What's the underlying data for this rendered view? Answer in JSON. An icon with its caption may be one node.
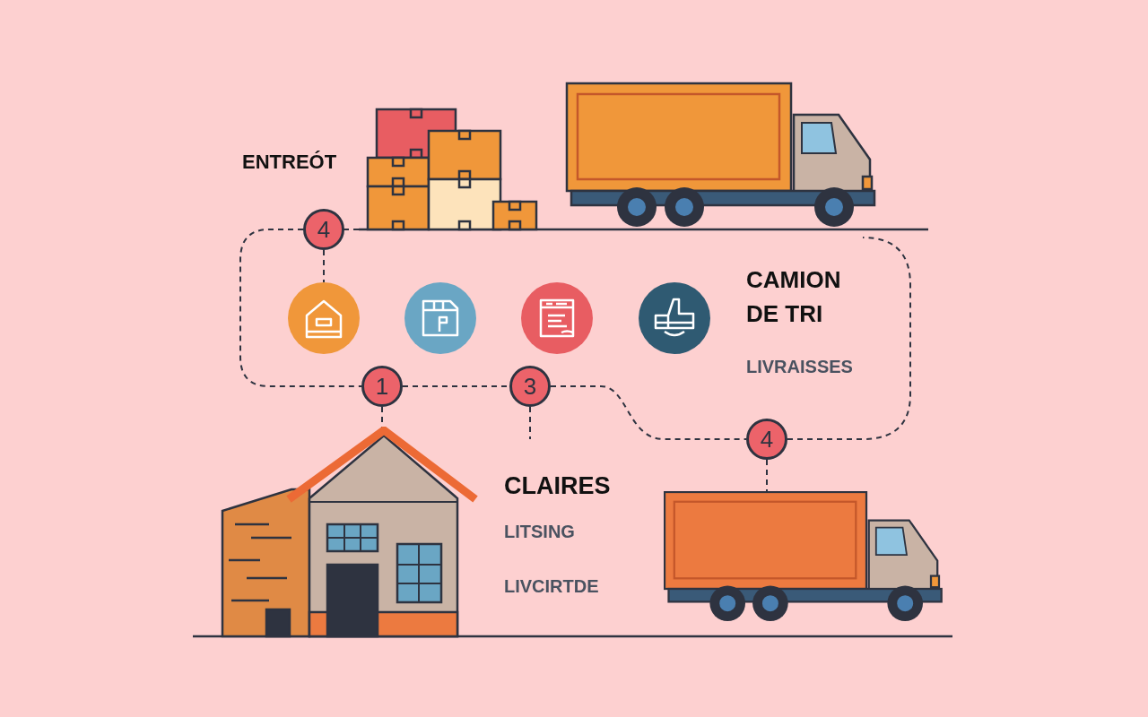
{
  "diagram": {
    "nodes": [
      {
        "text": [
          "4"
        ]
      },
      {
        "text": [],
        "shape": "circle"
      },
      {
        "text": [],
        "shape": "circle"
      },
      {
        "text": [],
        "shape": "circle"
      },
      {
        "text": [],
        "shape": "circle"
      },
      {
        "text": [
          "1"
        ]
      },
      {
        "text": [
          "3"
        ]
      },
      {
        "text": [
          "4"
        ]
      },
      {
        "text": [],
        "shape": "picture"
      },
      {
        "text": [],
        "shape": "picture"
      }
    ],
    "edges": [
      {
        "from": 0,
        "to": 5,
        "arrow": "none",
        "style": "dashed"
      },
      {
        "from": 0,
        "to": 1,
        "arrow": "none",
        "style": "dashed"
      },
      {
        "from": 5,
        "to": 6,
        "arrow": "none",
        "style": "dashed"
      },
      {
        "from": 6,
        "to": 7,
        "arrow": "none",
        "style": "dashed"
      },
      {
        "from": 7,
        "to": null,
        "arrow": "none",
        "style": "dashed"
      },
      {
        "from": 5,
        "to": 8,
        "arrow": "none",
        "style": "dashed"
      },
      {
        "from": 6,
        "to": null,
        "arrow": "none",
        "style": "dashed"
      },
      {
        "from": 7,
        "to": 9,
        "arrow": "none",
        "style": "dashed"
      }
    ],
    "labels": [
      "ENTREÓT",
      "CAMION DE TRI",
      "LIVRAISSES",
      "CLAIRES",
      "LITSING",
      "LIVCIRTDE"
    ]
  }
}
